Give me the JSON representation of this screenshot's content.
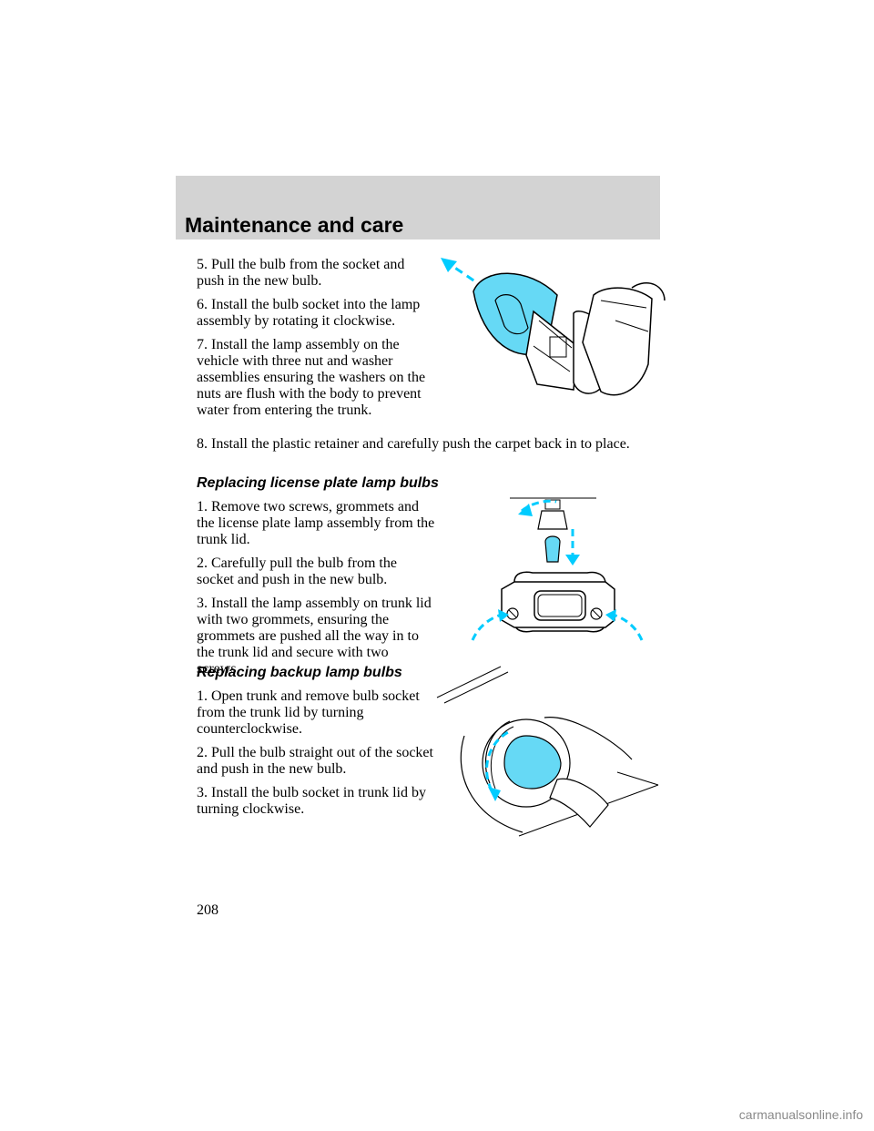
{
  "header": {
    "title": "Maintenance and care"
  },
  "block1": {
    "steps": [
      "5. Pull the bulb from the socket and push in the new bulb.",
      "6. Install the bulb socket into the lamp assembly by rotating it clockwise.",
      "7. Install the lamp assembly on the vehicle with three nut and washer assemblies ensuring the washers on the nuts are flush with the body to prevent water from entering the trunk."
    ],
    "step8": "8. Install the plastic retainer and carefully push the carpet back in to place."
  },
  "license": {
    "heading": "Replacing license plate lamp bulbs",
    "steps": [
      "1. Remove two screws, grommets and the license plate lamp assembly from the trunk lid.",
      "2. Carefully pull the bulb from the socket and push in the new bulb.",
      "3. Install the lamp assembly on trunk lid with two grommets, ensuring the grommets are pushed all the way in to the trunk lid and secure with two screws."
    ]
  },
  "backup": {
    "heading": "Replacing backup lamp bulbs",
    "steps": [
      "1. Open trunk and remove bulb socket from the trunk lid by turning counterclockwise.",
      "2. Pull the bulb straight out of the socket and push in the new bulb.",
      "3. Install the bulb socket in trunk lid by turning clockwise."
    ]
  },
  "page_number": "208",
  "footer": "carmanualsonline.info",
  "colors": {
    "header_bg": "#d3d3d3",
    "accent_cyan": "#00ccff",
    "bulb_fill": "#66d9f5",
    "footer_text": "#8a8a8a"
  },
  "icons": [
    "bulb-socket-illustration",
    "license-lamp-illustration",
    "backup-lamp-illustration"
  ]
}
